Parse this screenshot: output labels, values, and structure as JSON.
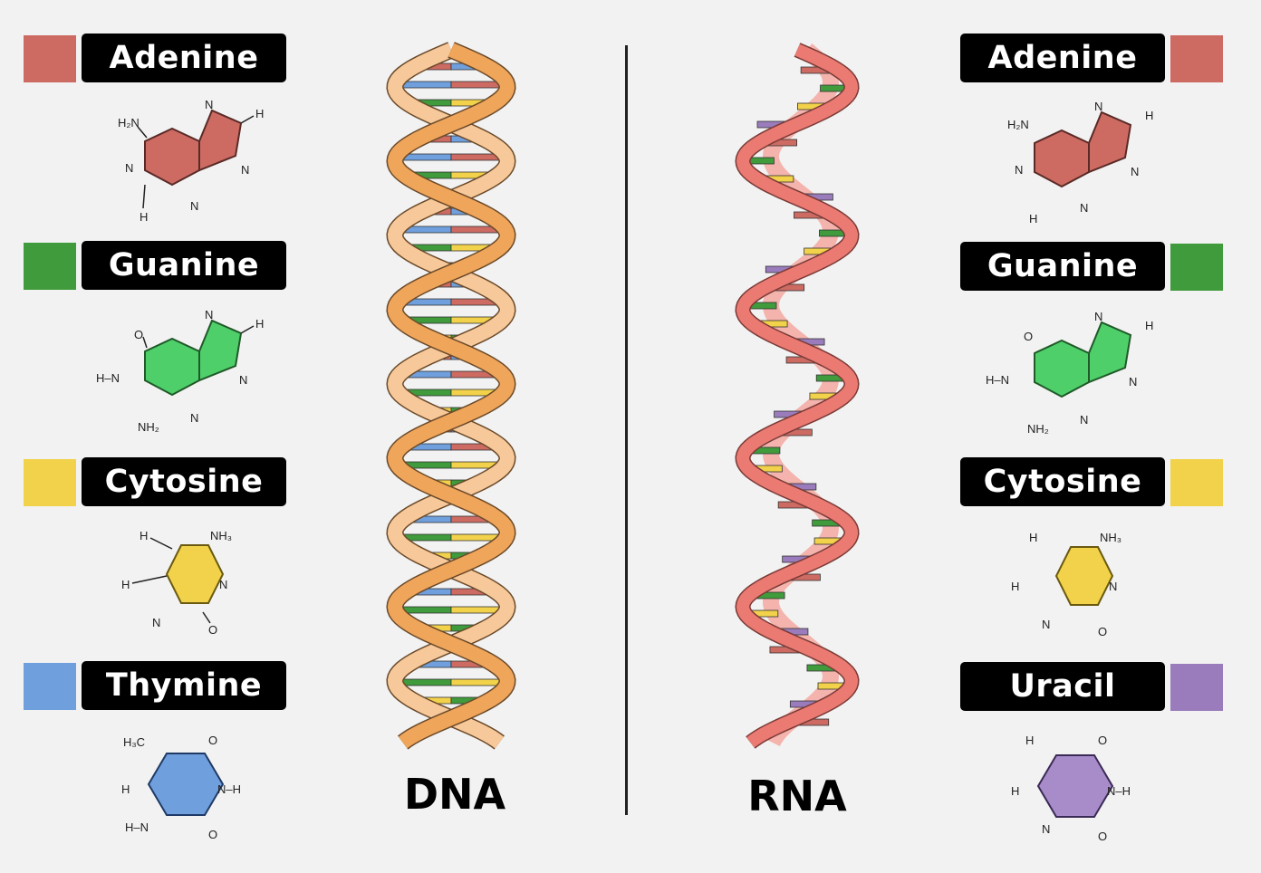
{
  "dna": {
    "title": "DNA",
    "bases": [
      {
        "name": "Adenine",
        "color": "#cd6b63"
      },
      {
        "name": "Guanine",
        "color": "#3f9b3b"
      },
      {
        "name": "Cytosine",
        "color": "#f2d24a"
      },
      {
        "name": "Thymine",
        "color": "#6f9fdc"
      }
    ],
    "strand_colors": {
      "front": "#efa55a",
      "back": "#f7c99a",
      "outline": "#6b4a2a"
    }
  },
  "rna": {
    "title": "RNA",
    "bases": [
      {
        "name": "Adenine",
        "color": "#cd6b63"
      },
      {
        "name": "Guanine",
        "color": "#3f9b3b"
      },
      {
        "name": "Cytosine",
        "color": "#f2d24a"
      },
      {
        "name": "Uracil",
        "color": "#9a7cbc"
      }
    ],
    "strand_colors": {
      "front": "#ea7a72",
      "back": "#f4b3ac",
      "outline": "#7a3a36"
    }
  },
  "atoms": {
    "H": "H",
    "N": "N",
    "O": "O",
    "H2N": "H₂N",
    "NH2": "NH₂",
    "NH3": "NH₃",
    "H3C": "H₃C",
    "HN": "H–N",
    "NH": "N–H"
  }
}
